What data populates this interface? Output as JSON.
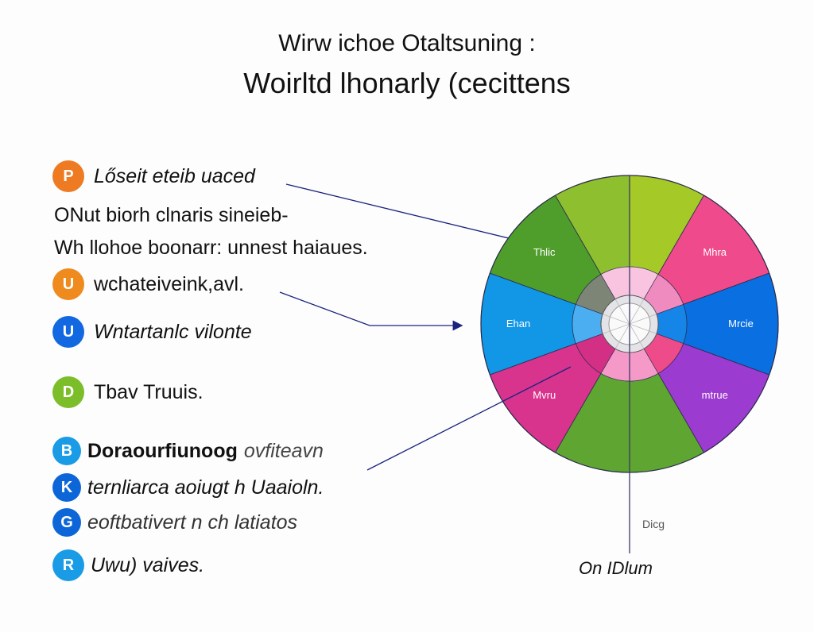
{
  "title": {
    "line1": "Wirw ichoe Otaltsuning :",
    "line2": "Woirltd lhonarly (cecittens"
  },
  "list": [
    {
      "badge": "P",
      "color": "#ee7a22",
      "text": "Lősеit eteib uaced"
    },
    {
      "badge": null,
      "text": "ONut biorh clnaris sineieb-"
    },
    {
      "badge": null,
      "text": "Wh llohoe boonarr: unnest haiaues."
    },
    {
      "badge": "U",
      "color": "#ee8a1e",
      "text": "wchateiveink,avl."
    },
    {
      "badge": "U",
      "color": "#1168e0",
      "text": "Wntartanlc vilonte"
    },
    {
      "badge": "D",
      "color": "#7cbd2a",
      "text": "Tbav Truuis."
    },
    {
      "badge": "B",
      "color": "#1a9be6",
      "text": "Doraourfiunoog",
      "text2": "ovfiteavn"
    },
    {
      "badge": "K",
      "color": "#0d66d8",
      "text": "ternliarca aoiugt h Uaaioln."
    },
    {
      "badge": "G",
      "color": "#0d66d8",
      "text": "eoftbativert n ch latiatos"
    },
    {
      "badge": "R",
      "color": "#1a9be6",
      "text": "Uwu) vaives."
    }
  ],
  "wheel": {
    "segments": [
      {
        "from": 0,
        "to": 30,
        "color": "#a5c927",
        "inner": "#f9c4df",
        "label": ""
      },
      {
        "from": 30,
        "to": 70,
        "color": "#ef4a8b",
        "inner": "#f08bbf",
        "label": "Mhra"
      },
      {
        "from": 70,
        "to": 110,
        "color": "#0a6fe0",
        "inner": "#1585e8",
        "label": "Mrcie"
      },
      {
        "from": 110,
        "to": 150,
        "color": "#9b3bcf",
        "inner": "#ee4b8a",
        "label": "mtrue"
      },
      {
        "from": 150,
        "to": 180,
        "color": "#5ea532",
        "inner": "#f59ac8",
        "label": ""
      },
      {
        "from": 180,
        "to": 210,
        "color": "#5ea532",
        "inner": "#f59ac8",
        "label": ""
      },
      {
        "from": 210,
        "to": 250,
        "color": "#d8348e",
        "inner": "#d22f85",
        "label": "Mvru"
      },
      {
        "from": 250,
        "to": 290,
        "color": "#1296e6",
        "inner": "#4aaef0",
        "label": "Ehan"
      },
      {
        "from": 290,
        "to": 330,
        "color": "#4f9e2c",
        "inner": "#7d8577",
        "label": "Thlic"
      },
      {
        "from": 330,
        "to": 360,
        "color": "#8dbf2e",
        "inner": "#f9c4df",
        "label": ""
      }
    ],
    "caption_small": "Dicg",
    "caption": "On IDlum"
  }
}
